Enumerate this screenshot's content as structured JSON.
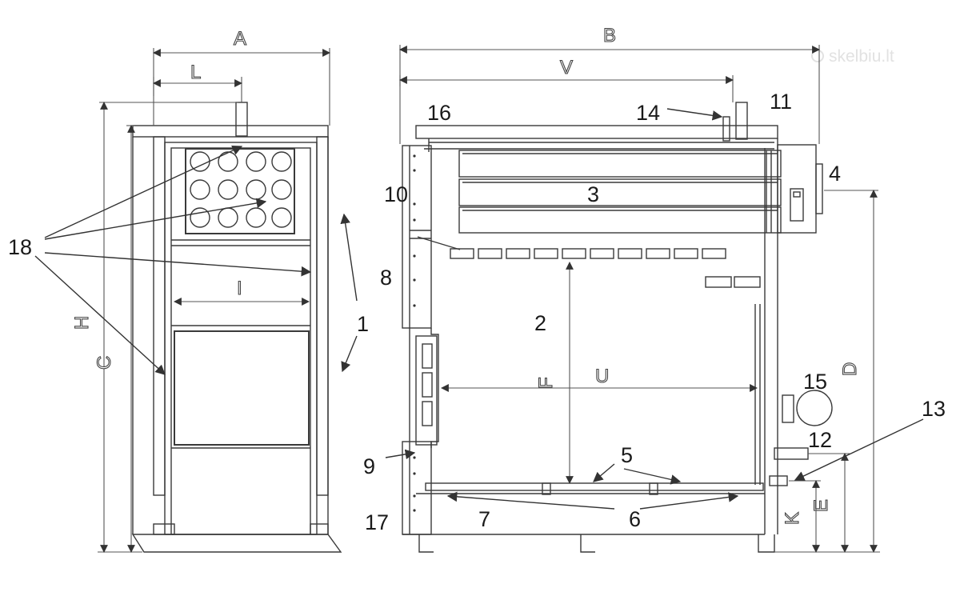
{
  "watermark": "skelbiu.lt",
  "dimensions": {
    "A": "A",
    "L": "L",
    "H": "H",
    "C": "C",
    "I": "I",
    "B": "B",
    "V": "V",
    "F": "F",
    "U": "U",
    "D": "D",
    "E": "E",
    "K": "K"
  },
  "callouts": {
    "c1": "1",
    "c2": "2",
    "c3": "3",
    "c4": "4",
    "c5": "5",
    "c6": "6",
    "c7": "7",
    "c8": "8",
    "c9": "9",
    "c10": "10",
    "c11": "11",
    "c12": "12",
    "c13": "13",
    "c14": "14",
    "c15": "15",
    "c16": "16",
    "c17": "17",
    "c18": "18"
  },
  "colors": {
    "line": "#3a3a3a",
    "text": "#1a1a1a",
    "watermark": "#e2e2e2"
  }
}
